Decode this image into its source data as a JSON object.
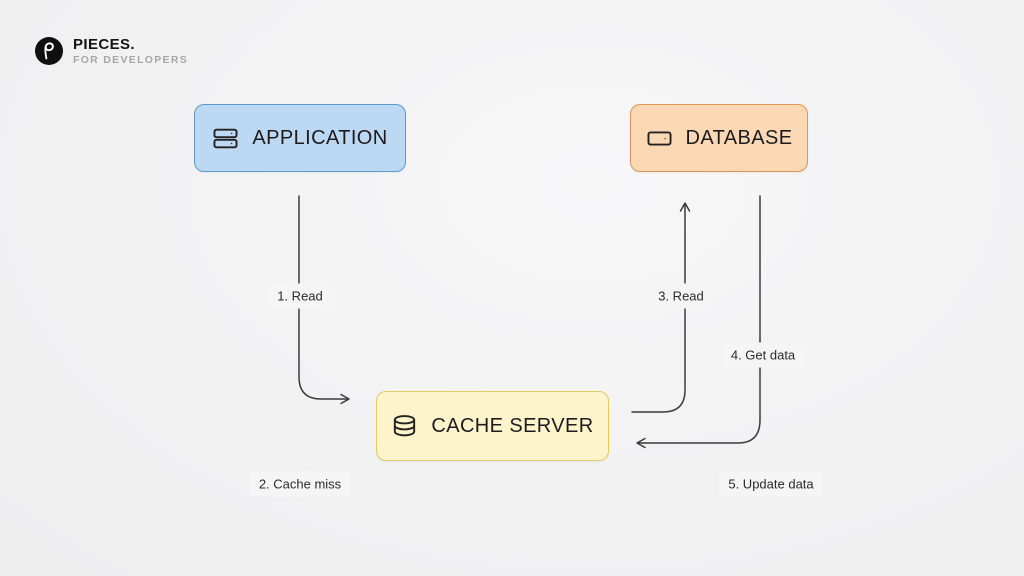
{
  "logo": {
    "brand": "PIECES.",
    "tagline": "FOR DEVELOPERS",
    "icon": "pieces-logo-icon"
  },
  "diagram": {
    "line_color": "#3b3b3b",
    "nodes": [
      {
        "id": "application",
        "label": "APPLICATION",
        "icon": "server-stack-icon",
        "fill": "#bdd8f2",
        "border": "#5c9ad1"
      },
      {
        "id": "database",
        "label": "DATABASE",
        "icon": "hard-drive-icon",
        "fill": "#fbd8b4",
        "border": "#df9458"
      },
      {
        "id": "cache-server",
        "label": "CACHE SERVER",
        "icon": "database-cylinder-icon",
        "fill": "#fdf4cc",
        "border": "#e0cb67"
      }
    ],
    "edges": [
      {
        "id": "app-to-cache-read",
        "label": "1. Read"
      },
      {
        "id": "cache-miss",
        "label": "2. Cache miss"
      },
      {
        "id": "cache-to-db-read",
        "label": "3. Read"
      },
      {
        "id": "db-get-data",
        "label": "4. Get data"
      },
      {
        "id": "db-update-data",
        "label": "5. Update data"
      }
    ]
  }
}
